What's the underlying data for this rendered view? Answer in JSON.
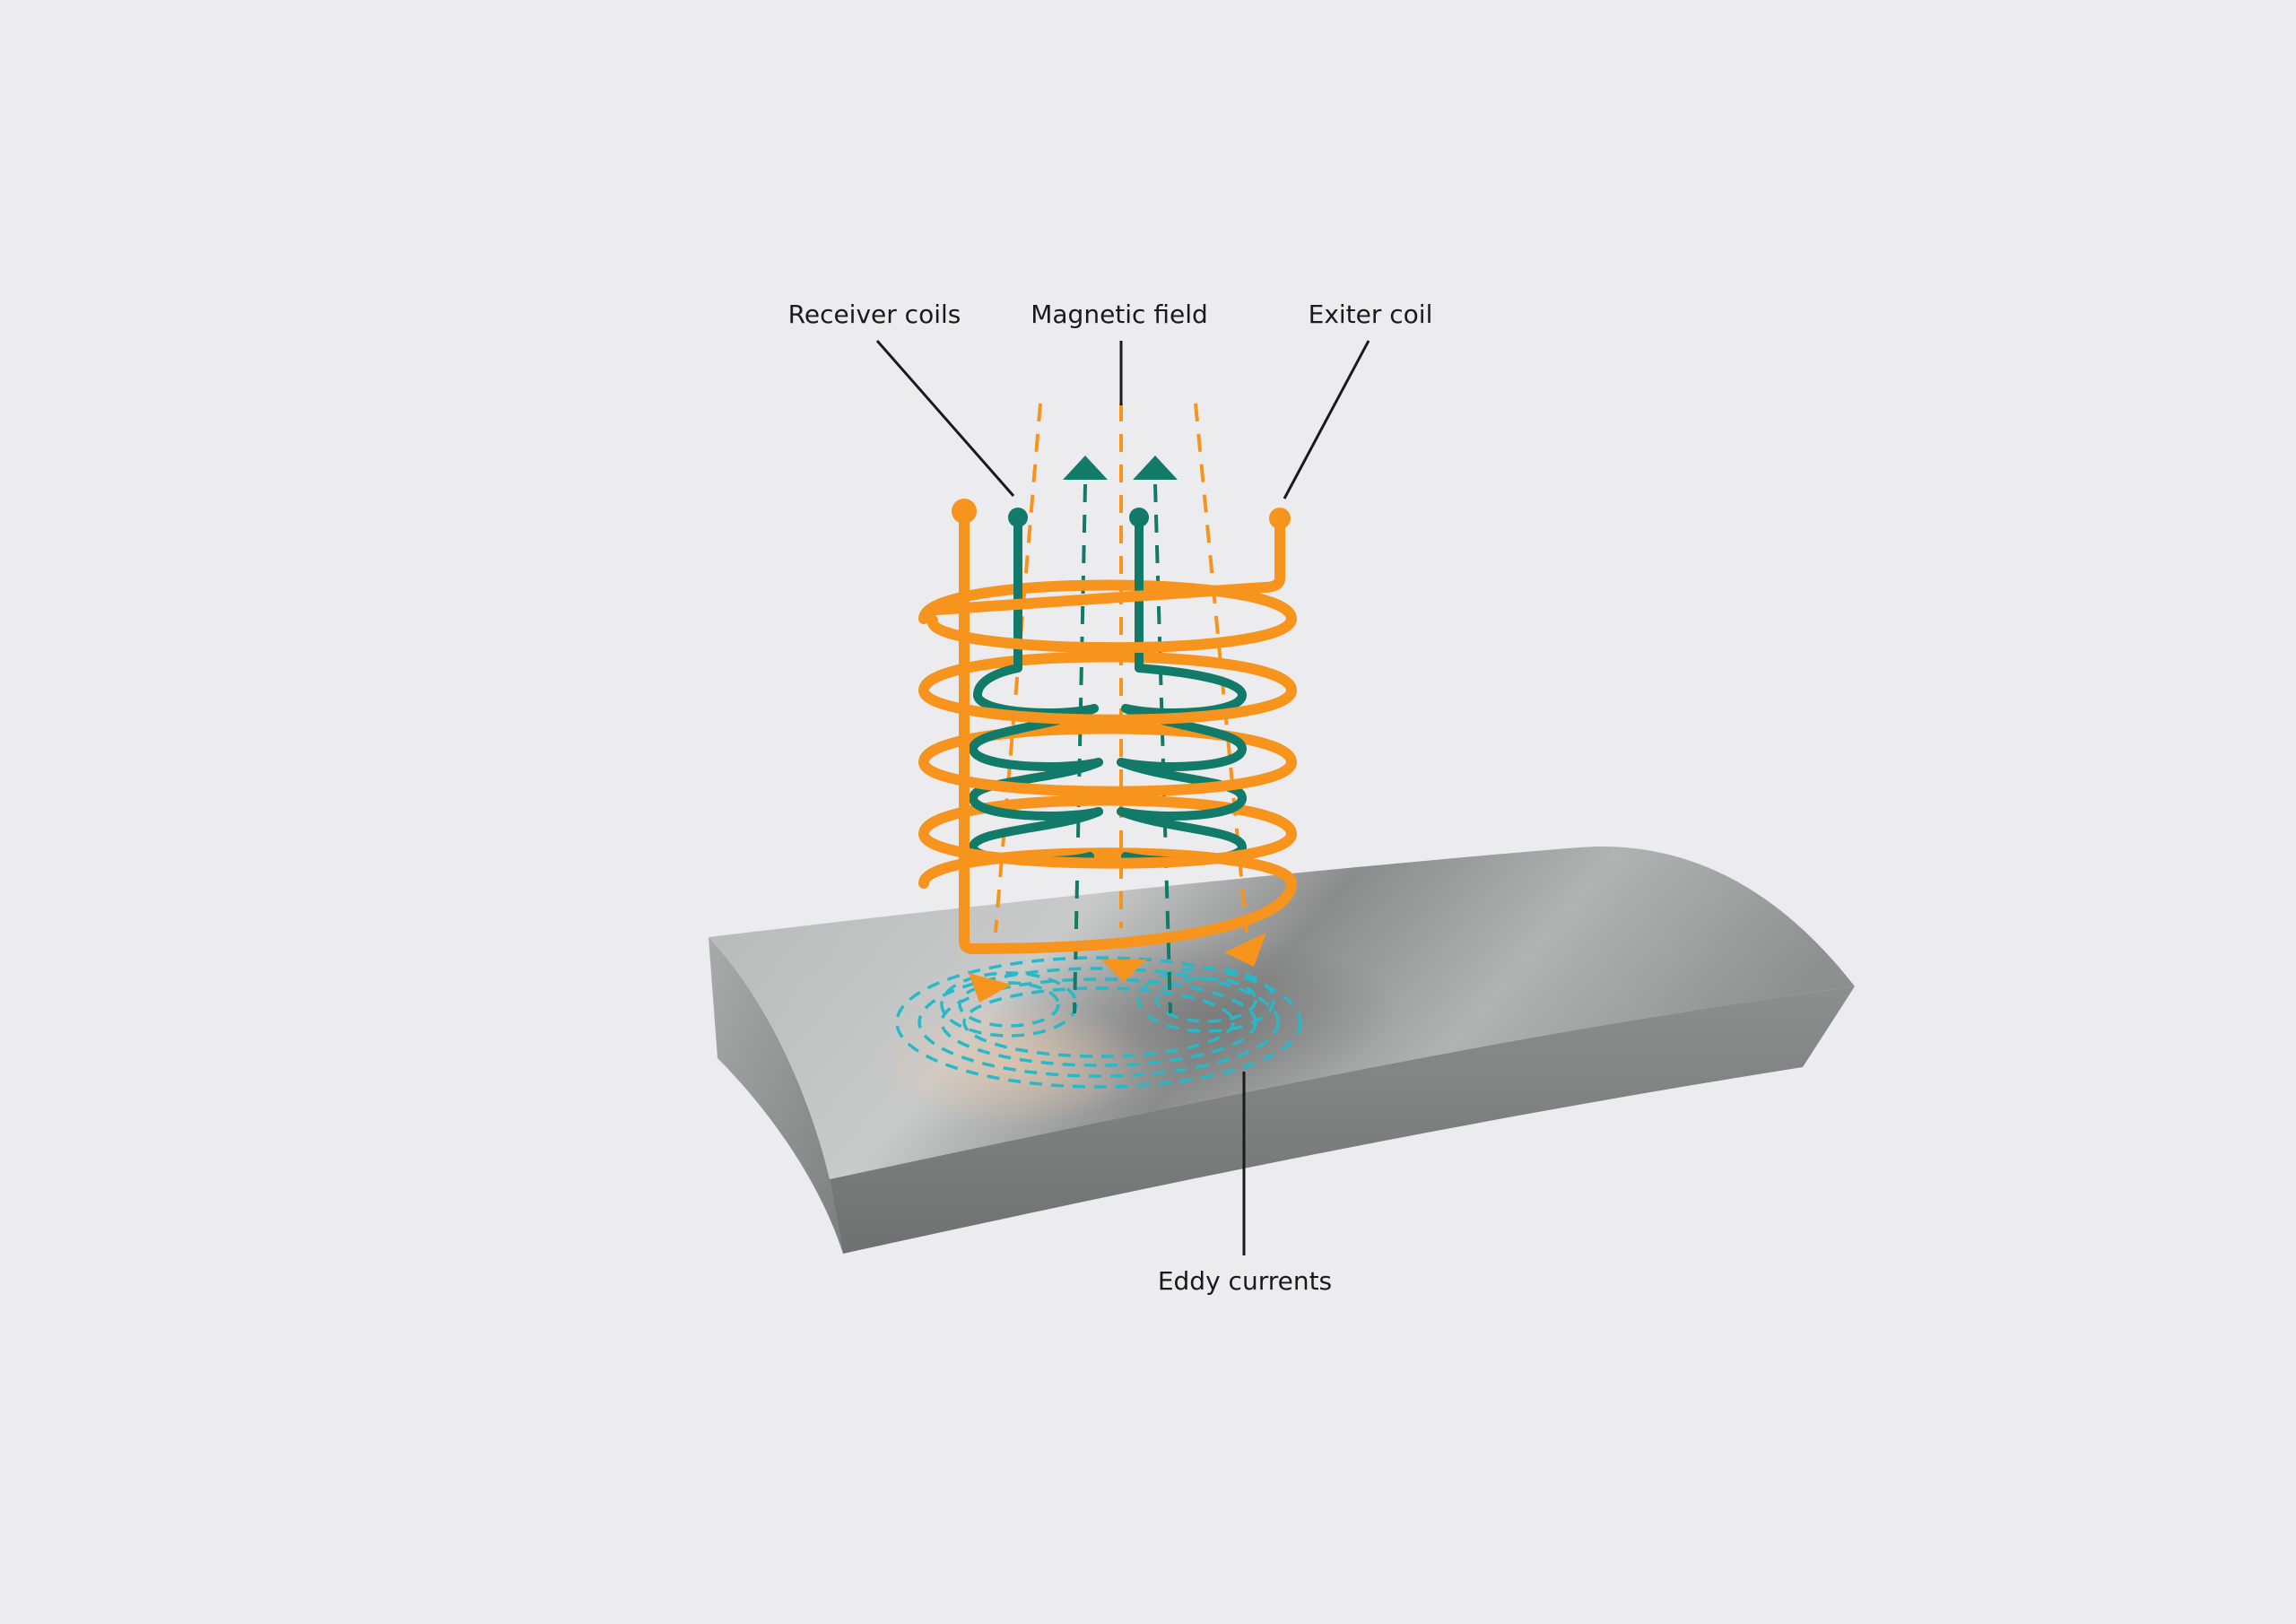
{
  "labels": {
    "receiver_coils": "Receiver coils",
    "magnetic_field": "Magnetic field",
    "exciter_coil": "Exiter coil",
    "eddy_currents": "Eddy currents"
  },
  "colors": {
    "background": "#ececee",
    "exciter_coil": "#f7941d",
    "receiver_coil": "#117a68",
    "eddy_current": "#29b8c8",
    "workpiece": "#9a9b9b",
    "label_text": "#1a1a1a"
  },
  "components": {
    "exciter_coil": {
      "icon": "orange-helix-coil",
      "turns": 5
    },
    "receiver_coils": {
      "icon": "teal-helix-coil",
      "count": 2
    },
    "magnetic_field": {
      "icon": "dashed-field-lines-with-arrows"
    },
    "eddy_currents": {
      "icon": "dashed-concentric-loops"
    },
    "workpiece": {
      "icon": "curved-metal-bar"
    }
  }
}
